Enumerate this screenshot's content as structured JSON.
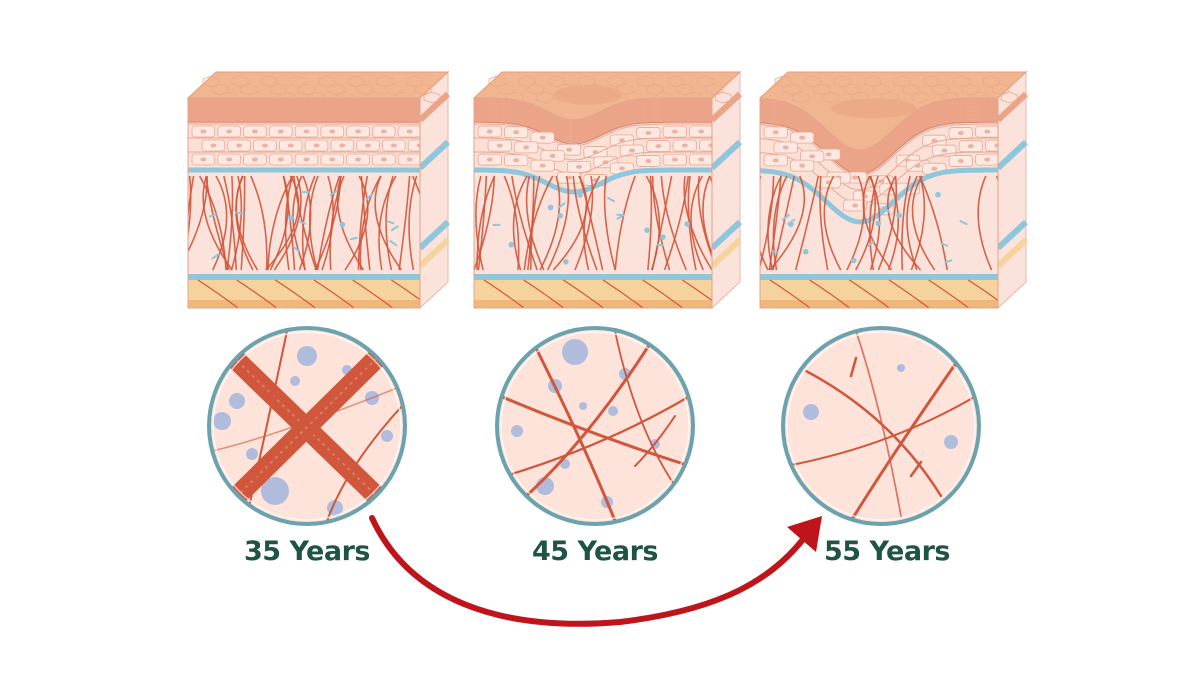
{
  "stages": [
    {
      "label": "35 Years"
    },
    {
      "label": "45 Years"
    },
    {
      "label": "55 Years"
    }
  ],
  "colors": {
    "label_text": "#1e5345",
    "arrow": "#c0141b",
    "epidermis_top": "#f1b590",
    "epidermis_band": "#eca488",
    "cell_layer": "#fbe0d6",
    "dermis": "#fbe2da",
    "membrane": "#8fc6dc",
    "fat_layer": "#f6d39c",
    "fiber": "#d0563c",
    "hyaluronic_dot": "#a7b7dc",
    "circle_bg": "#fde3da",
    "circle_border": "#6ba2ad"
  }
}
